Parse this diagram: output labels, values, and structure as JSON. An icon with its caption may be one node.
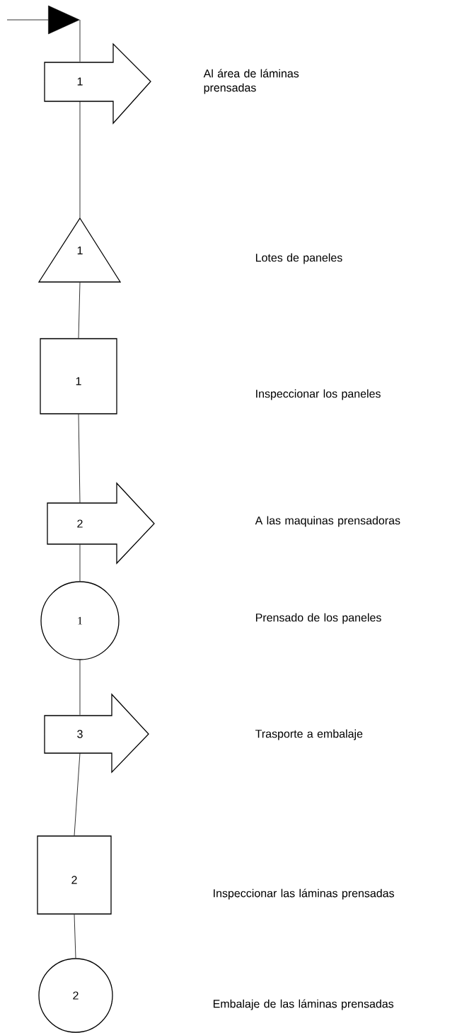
{
  "diagram": {
    "nodes": [
      {
        "text": [],
        "shape": "triangle"
      },
      {
        "text": [
          "1"
        ]
      },
      {
        "text": [
          "1"
        ]
      },
      {
        "text": [
          "1"
        ]
      },
      {
        "text": [
          "2"
        ]
      },
      {
        "text": [
          "1"
        ]
      },
      {
        "text": [
          "3"
        ]
      },
      {
        "text": [
          "2"
        ]
      },
      {
        "text": [
          "2"
        ]
      }
    ],
    "edges": [
      {
        "from": null,
        "to": 0,
        "arrow": "none"
      },
      {
        "from": 0,
        "to": 1,
        "arrow": "none"
      },
      {
        "from": 1,
        "to": 2,
        "arrow": "none"
      },
      {
        "from": 2,
        "to": 3,
        "arrow": "none"
      },
      {
        "from": 3,
        "to": 4,
        "arrow": "none"
      },
      {
        "from": 4,
        "to": 5,
        "arrow": "none"
      },
      {
        "from": 5,
        "to": 6,
        "arrow": "none"
      },
      {
        "from": 6,
        "to": 7,
        "arrow": "none"
      },
      {
        "from": 7,
        "to": 8,
        "arrow": "none"
      }
    ],
    "labels": [
      "Al área de láminas prensadas",
      "Lotes de paneles",
      "Inspeccionar los paneles",
      "A las maquinas prensadoras",
      "Prensado de los paneles",
      "Trasporte a embalaje",
      "Inspeccionar las láminas prensadas",
      "Embalaje de las láminas prensadas"
    ]
  }
}
